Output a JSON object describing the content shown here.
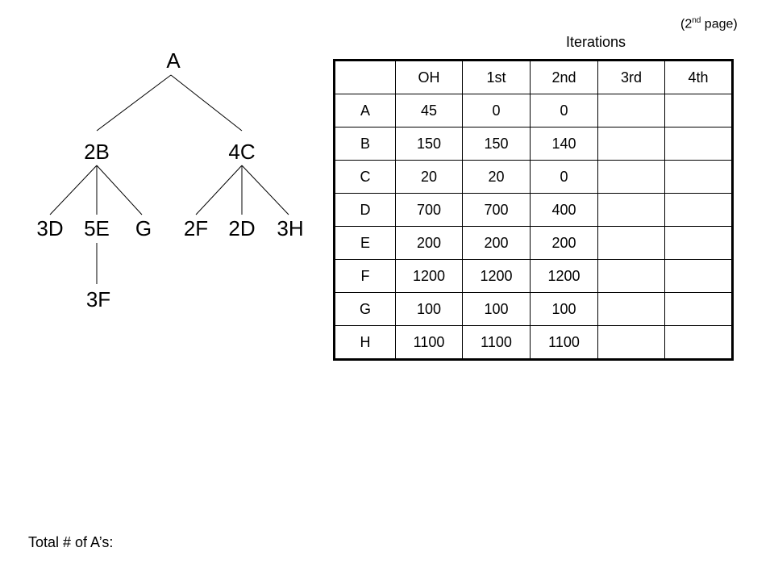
{
  "page_note": {
    "prefix": "(2",
    "sup": "nd",
    "suffix": " page)"
  },
  "iterations_label": "Iterations",
  "tree": {
    "root": "A",
    "level1": [
      "2B",
      "4C"
    ],
    "level2": [
      "3D",
      "5E",
      "G",
      "2F",
      "2D",
      "3H"
    ],
    "level3": [
      "3F"
    ]
  },
  "table": {
    "header": [
      "",
      "OH",
      "1st",
      "2nd",
      "3rd",
      "4th"
    ],
    "rows": [
      [
        "A",
        "45",
        "0",
        "0",
        "",
        ""
      ],
      [
        "B",
        "150",
        "150",
        "140",
        "",
        ""
      ],
      [
        "C",
        "20",
        "20",
        "0",
        "",
        ""
      ],
      [
        "D",
        "700",
        "700",
        "400",
        "",
        ""
      ],
      [
        "E",
        "200",
        "200",
        "200",
        "",
        ""
      ],
      [
        "F",
        "1200",
        "1200",
        "1200",
        "",
        ""
      ],
      [
        "G",
        "100",
        "100",
        "100",
        "",
        ""
      ],
      [
        "H",
        "1100",
        "1100",
        "1100",
        "",
        ""
      ]
    ]
  },
  "total_label": "Total # of A’s:"
}
